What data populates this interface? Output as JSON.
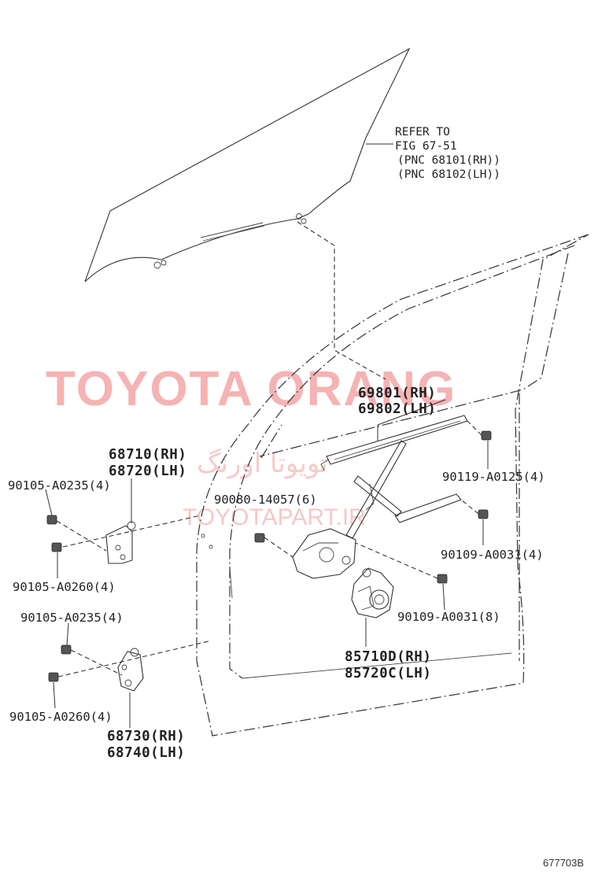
{
  "diagram": {
    "figure_code": "677703B",
    "watermarks": {
      "brand": "TOYOTA ORANG",
      "site": "TOYOTAPART.IR",
      "persian": "تویوتا اورنگ"
    },
    "reference": {
      "line1": "REFER TO",
      "line2": "FIG 67-51",
      "line3": "(PNC 68101(RH))",
      "line4": "(PNC 68102(LH))"
    },
    "labels": {
      "run_channel_rh": "69801(RH)",
      "run_channel_lh": "69802(LH)",
      "upper_hinge_rh": "68710(RH)",
      "upper_hinge_lh": "68720(LH)",
      "lower_hinge_rh": "68730(RH)",
      "lower_hinge_lh": "68740(LH)",
      "motor_rh": "85710D(RH)",
      "motor_lh": "85720C(LH)",
      "bolt_upper_a": "90105-A0235(4)",
      "bolt_upper_b": "90105-A0260(4)",
      "bolt_lower_a": "90105-A0235(4)",
      "bolt_lower_b": "90105-A0260(4)",
      "bolt_regulator": "90080-14057(6)",
      "bolt_channel": "90119-A0125(4)",
      "bolt_rail": "90109-A0031(4)",
      "bolt_motor": "90109-A0031(8)"
    }
  }
}
